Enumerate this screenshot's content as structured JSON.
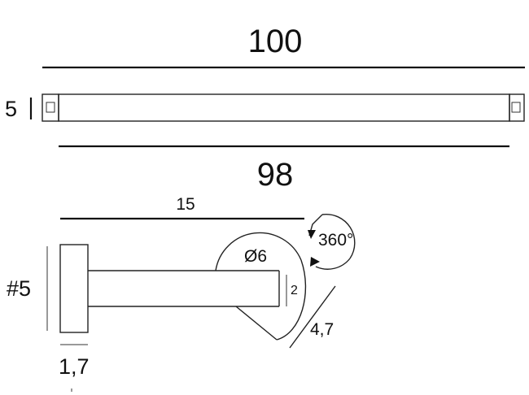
{
  "dimensions": {
    "overall_length": "100",
    "inner_length": "98",
    "profile_height": "5",
    "arm_length": "15",
    "rotation": "360°",
    "diameter": "Ø6",
    "arm_thickness": "2",
    "bracket_reach": "4,7",
    "base_height": "#5",
    "base_width": "1,7"
  },
  "colors": {
    "line": "#222222",
    "background": "#ffffff"
  }
}
